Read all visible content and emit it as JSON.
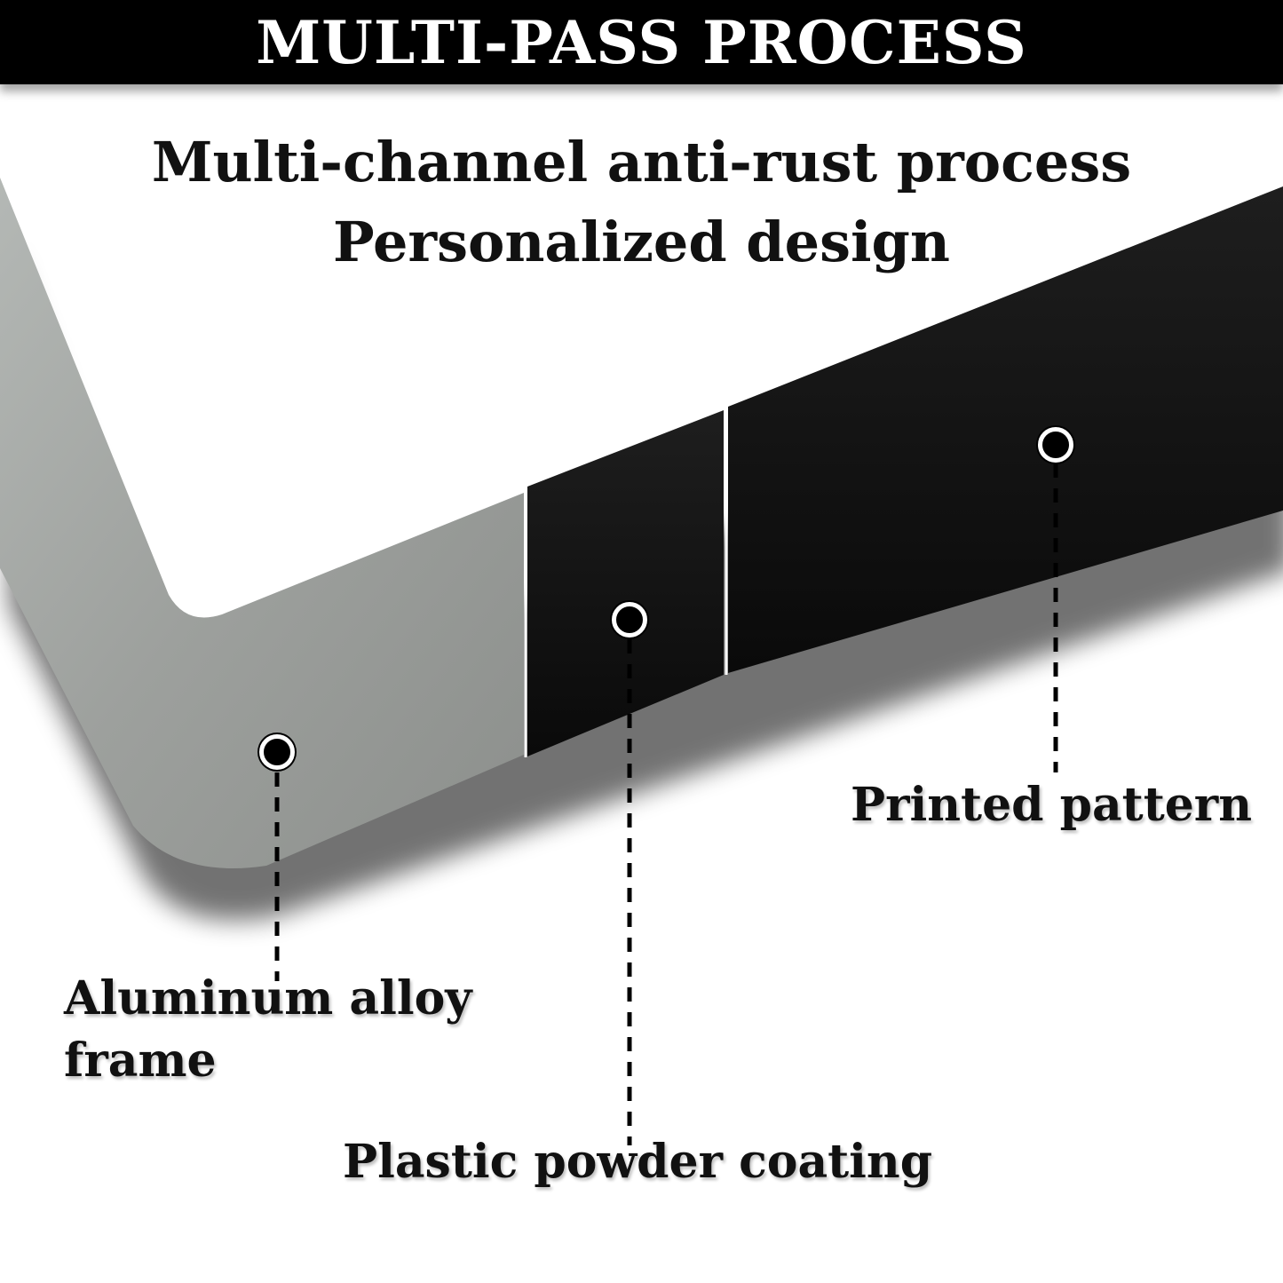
{
  "banner": {
    "title": "MULTI-PASS PROCESS"
  },
  "subtitle": {
    "line1": "Multi-channel anti-rust process",
    "line2": "Personalized design"
  },
  "callouts": {
    "printed_pattern": "Printed pattern",
    "aluminum_line1": "Aluminum alloy",
    "aluminum_line2": "frame",
    "plastic_coating": "Plastic powder coating"
  },
  "colors": {
    "banner": "#000000",
    "aluminum": "#9ea19e",
    "coating": "#141414",
    "text": "#111111"
  }
}
